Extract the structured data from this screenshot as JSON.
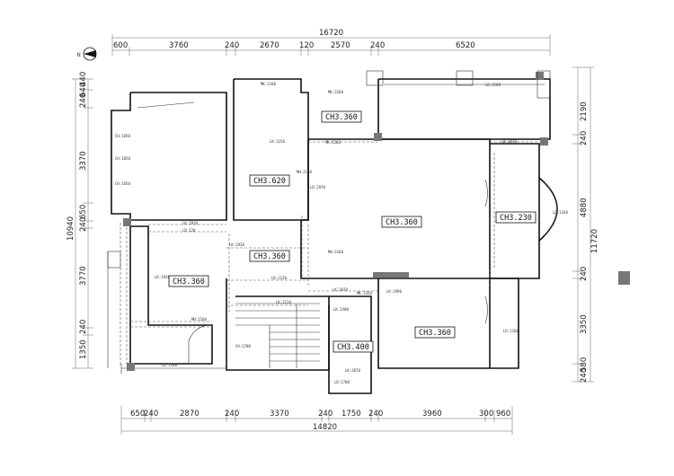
{
  "top_total": "16720",
  "top_dims": [
    "600",
    "3760",
    "240",
    "2670",
    "120",
    "2570",
    "240",
    "6520"
  ],
  "bottom_dims": [
    "650",
    "240",
    "2870",
    "240",
    "3370",
    "240",
    "1750",
    "240",
    "3960",
    "300",
    "960"
  ],
  "bottom_total": "14820",
  "left_dims": [
    "240",
    "640",
    "440",
    "3370",
    "650",
    "240",
    "3770",
    "240",
    "1350"
  ],
  "left_total": "10940",
  "right_dims": [
    "2190",
    "240",
    "4880",
    "240",
    "3350",
    "580",
    "240"
  ],
  "right_total": "11720",
  "ceiling_tags": [
    "CH3.360",
    "CH3.620",
    "CH3.360",
    "CH3.230",
    "CH3.360",
    "CH3.360",
    "CH3.400",
    "CH3.360"
  ],
  "small_labels": {
    "ch1850": "CH:1850",
    "ld1160": "LD:1160",
    "lk2920": "LK:2920",
    "ld120": "LD:120",
    "ld2970": "LD:2970",
    "lk3250": "LK:3250",
    "lk2120": "LK:2120",
    "mk2160": "MK:2160",
    "mk2350": "MK:2350",
    "lk2070": "LK:2070",
    "lk2990": "LK:2990",
    "ld1700": "LD:1700",
    "ch1700": "CH:1700",
    "mh2160": "MH:2160",
    "lk2400": "LK:2400"
  },
  "colors": {
    "wall": "#111111",
    "column": "#777777",
    "background": "#ffffff"
  }
}
